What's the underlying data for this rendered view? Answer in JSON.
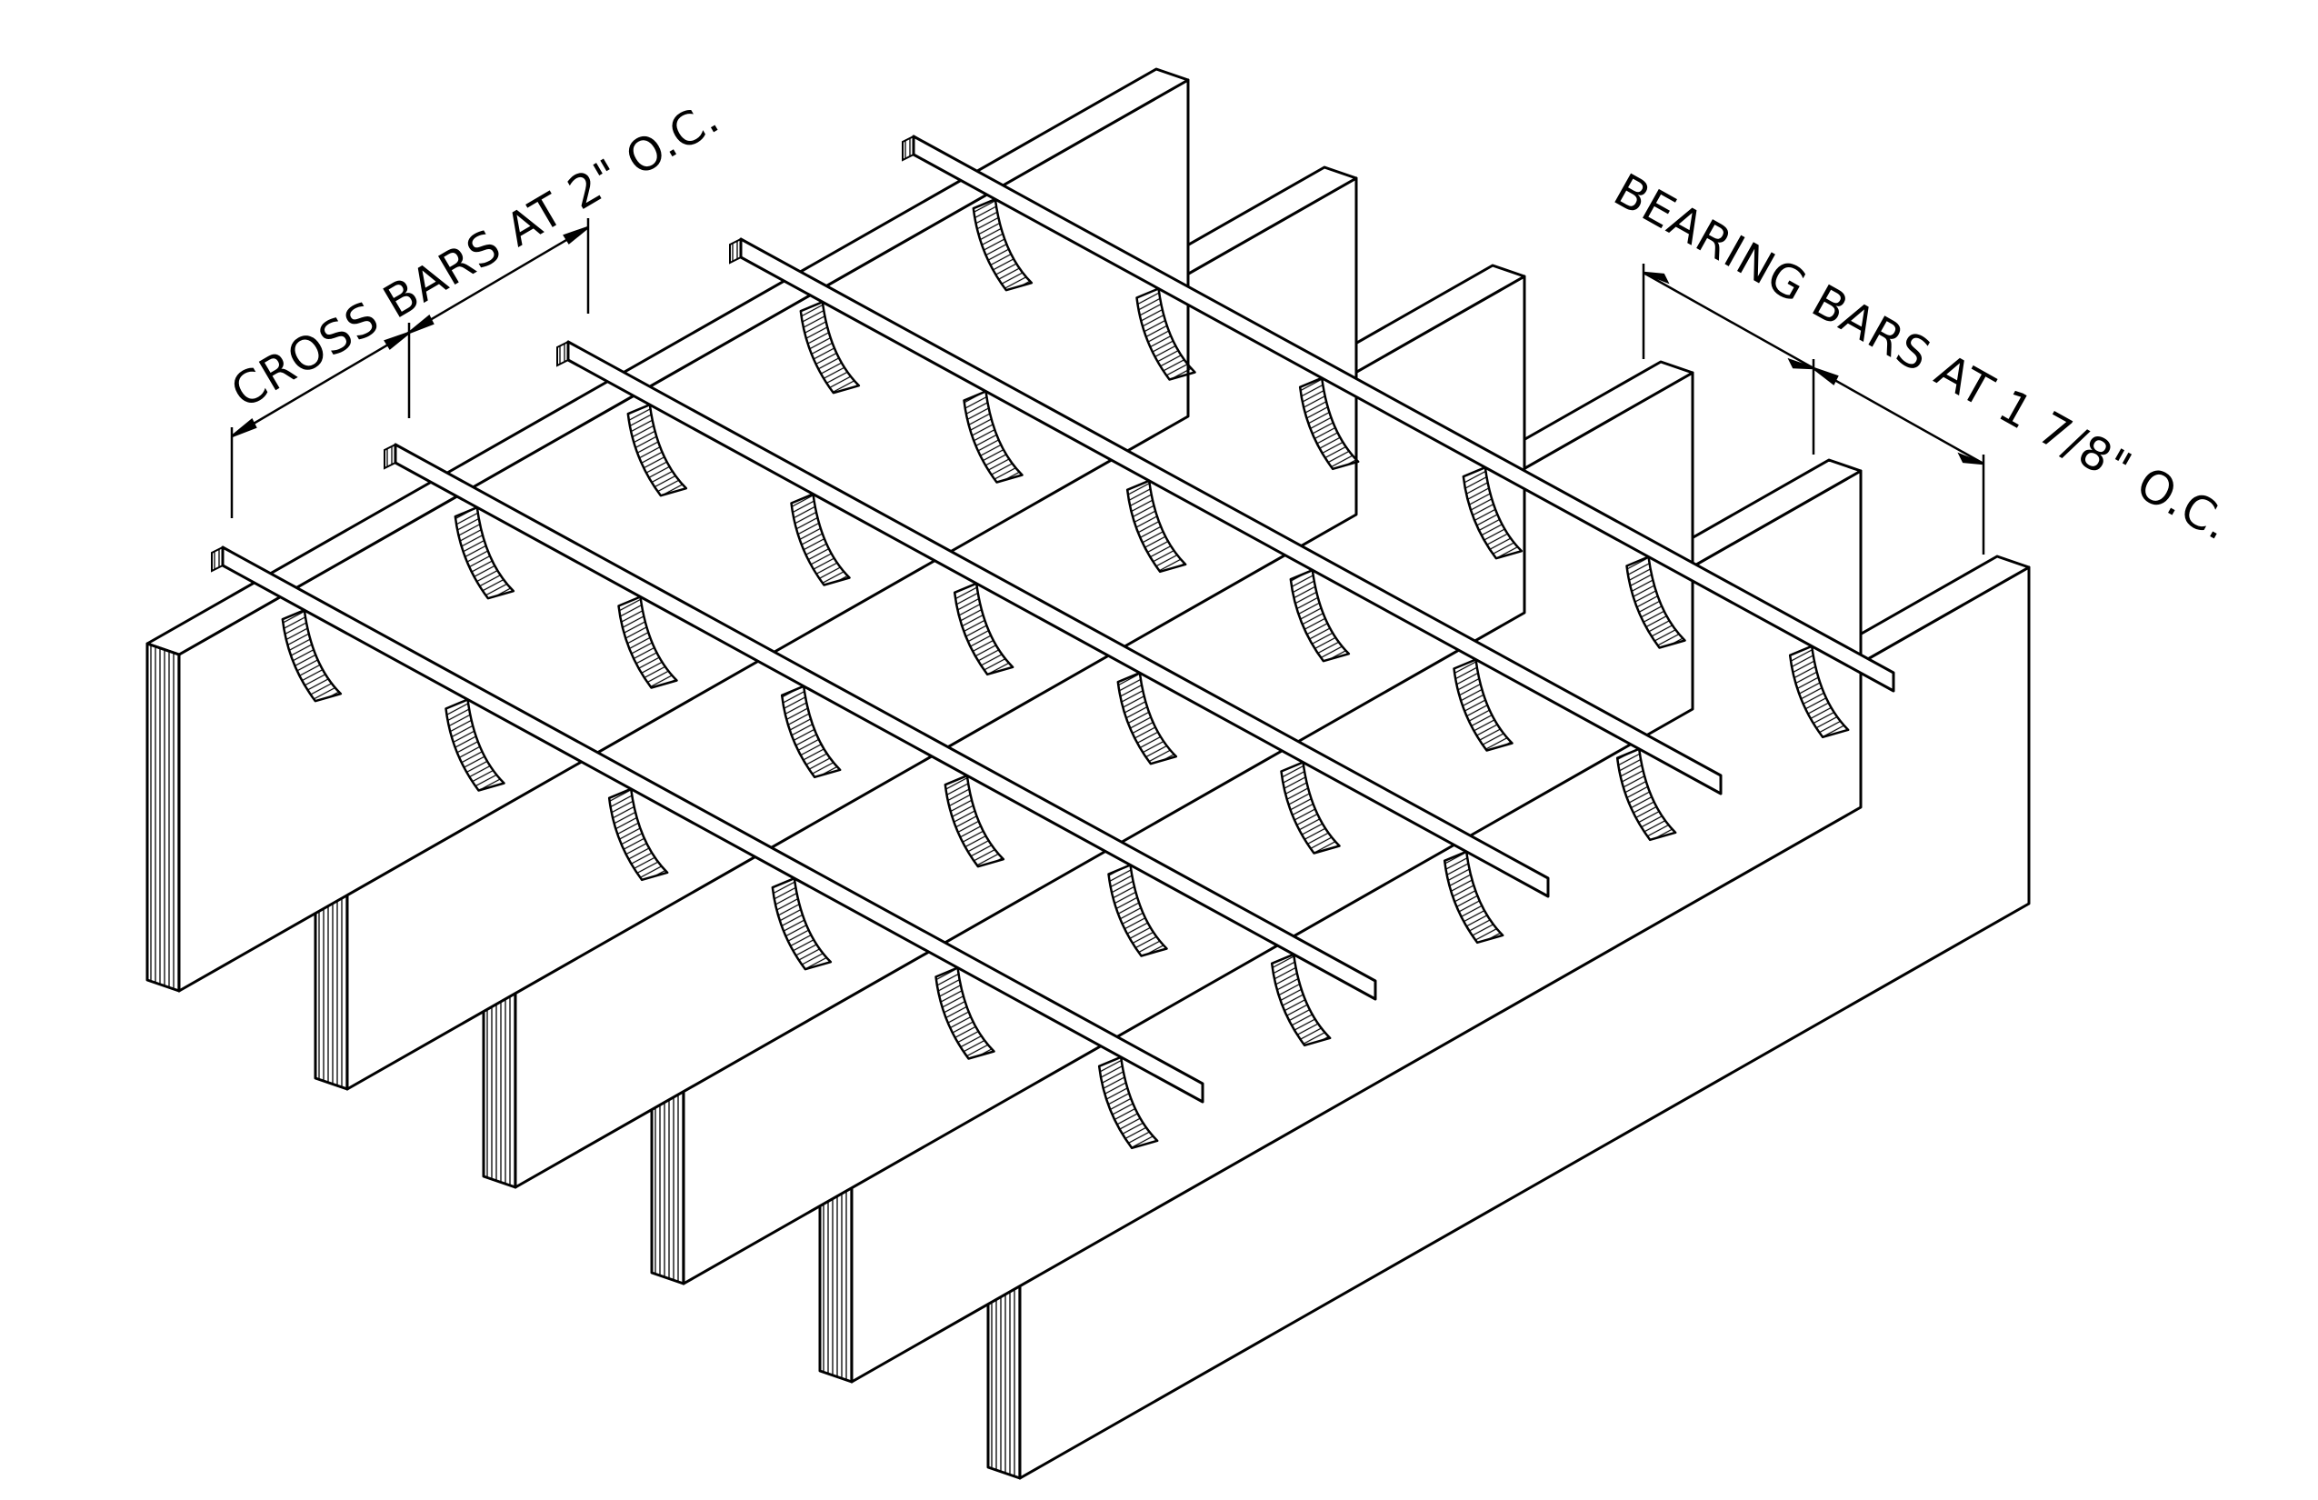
{
  "drawing": {
    "subject": "welded steel bar grating, isometric view",
    "line_color": "#000000",
    "background_color": "#ffffff",
    "bearing_bar_count": 6,
    "cross_bar_count": 5
  },
  "dimensions": {
    "cross_bars": {
      "label": "CROSS BARS AT 2\" O.C."
    },
    "bearing_bars": {
      "label": "BEARING BARS AT 1 7/8\" O.C."
    }
  }
}
